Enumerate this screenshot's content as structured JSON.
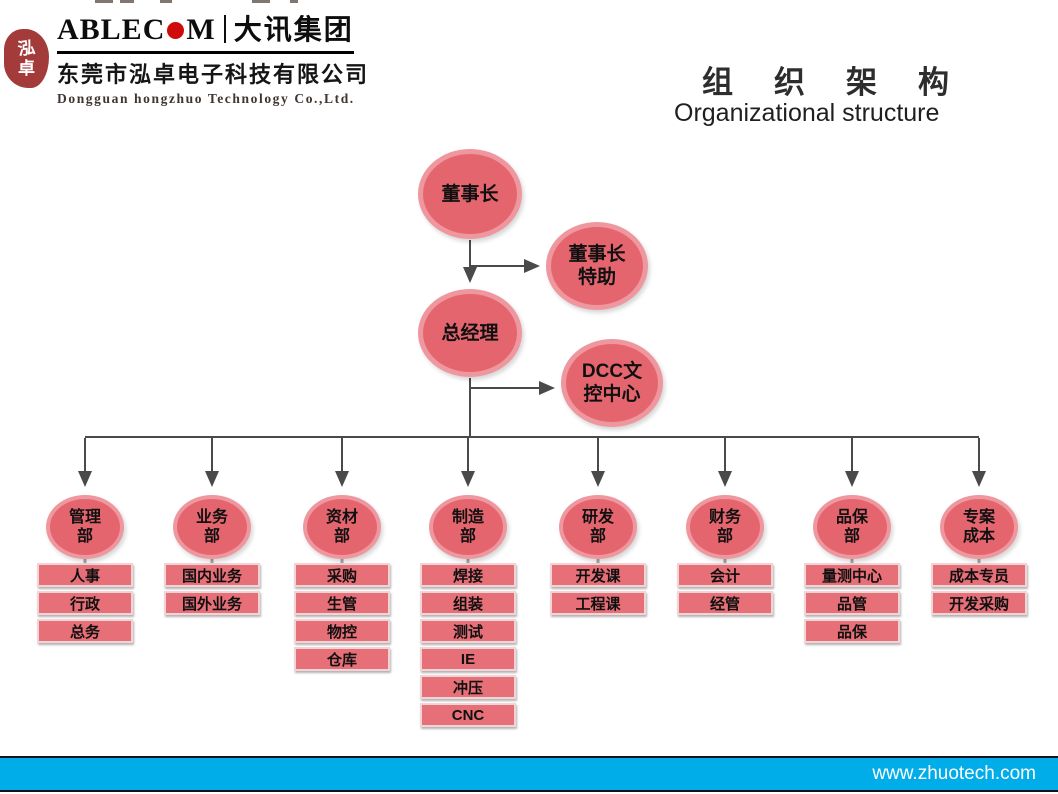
{
  "header": {
    "logo": {
      "seal_top_char": "泓",
      "seal_bottom_char": "卓",
      "brand_prefix": "ABLEC",
      "brand_suffix": "M",
      "brand_group": "大讯集团",
      "company_cn": "东莞市泓卓电子科技有限公司",
      "company_en": "Dongguan hongzhuo Technology Co.,Ltd."
    },
    "title_cn": "组织架构",
    "title_en": "Organizational structure"
  },
  "chart": {
    "root": {
      "label": "董事长"
    },
    "assistant": {
      "line1": "董事长",
      "line2": "特助"
    },
    "general_manager": {
      "label": "总经理"
    },
    "dcc": {
      "line1": "DCC文",
      "line2": "控中心"
    },
    "departments": [
      {
        "line1": "管理",
        "line2": "部",
        "subs": [
          "人事",
          "行政",
          "总务"
        ]
      },
      {
        "line1": "业务",
        "line2": "部",
        "subs": [
          "国内业务",
          "国外业务"
        ]
      },
      {
        "line1": "资材",
        "line2": "部",
        "subs": [
          "采购",
          "生管",
          "物控",
          "仓库"
        ]
      },
      {
        "line1": "制造",
        "line2": "部",
        "subs": [
          "焊接",
          "组装",
          "测试",
          "IE",
          "冲压",
          "CNC"
        ]
      },
      {
        "line1": "研发",
        "line2": "部",
        "subs": [
          "开发课",
          "工程课"
        ]
      },
      {
        "line1": "财务",
        "line2": "部",
        "subs": [
          "会计",
          "经管"
        ]
      },
      {
        "line1": "品保",
        "line2": "部",
        "subs": [
          "量测中心",
          "品管",
          "品保"
        ]
      },
      {
        "line1": "专案",
        "line2": "成本",
        "subs": [
          "成本专员",
          "开发采购"
        ]
      }
    ]
  },
  "footer": {
    "url": "www.zhuotech.com"
  },
  "colors": {
    "node_ring": "#ef979e",
    "node_fill": "#e5656f",
    "box_fill": "#e76f78",
    "box_border": "#f3d4d6",
    "connector_dark": "#4a4a4a",
    "connector_gray": "#a6a6a6",
    "seal_red": "#a43b3b",
    "logo_dot_red": "#cf0a0a",
    "footer_blue": "#00ade9"
  }
}
